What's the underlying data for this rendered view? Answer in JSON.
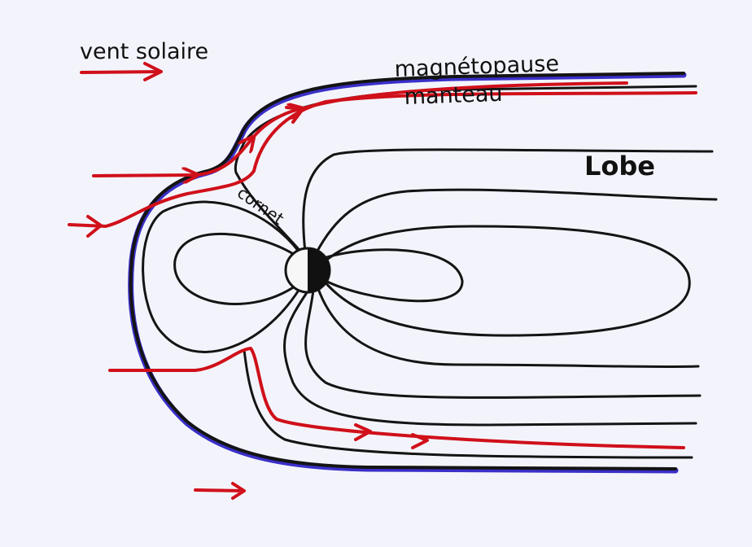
{
  "labels": {
    "solar_wind": "vent solaire",
    "magnetopause": "magnétopause",
    "mantle": "manteau",
    "lobe": "Lobe",
    "cusp": "cornet"
  },
  "colors": {
    "background": "#f3f4fb",
    "field_lines": "#141414",
    "plasma_flow": "#d0101a",
    "magnetopause_highlight": "#3a2fc8"
  }
}
